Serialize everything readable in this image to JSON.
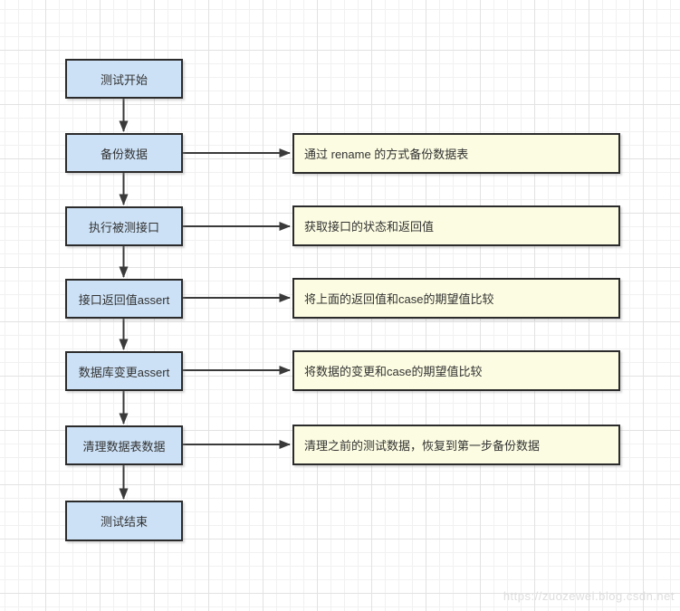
{
  "diagram": {
    "title_semantic": "interface-test-flowchart",
    "nodes": [
      {
        "id": "test-start",
        "label": "测试开始"
      },
      {
        "id": "backup-data",
        "label": "备份数据"
      },
      {
        "id": "execute-interface",
        "label": "执行被测接口"
      },
      {
        "id": "interface-return-assert",
        "label": "接口返回值assert"
      },
      {
        "id": "db-change-assert",
        "label": "数据库变更assert"
      },
      {
        "id": "clean-table-data",
        "label": "清理数据表数据"
      },
      {
        "id": "test-end",
        "label": "测试结束"
      }
    ],
    "notes": [
      {
        "for": "backup-data",
        "label": "通过 rename 的方式备份数据表"
      },
      {
        "for": "execute-interface",
        "label": "获取接口的状态和返回值"
      },
      {
        "for": "interface-return-assert",
        "label": "将上面的返回值和case的期望值比较"
      },
      {
        "for": "db-change-assert",
        "label": "将数据的变更和case的期望值比较"
      },
      {
        "for": "clean-table-data",
        "label": "清理之前的测试数据，恢复到第一步备份数据"
      }
    ],
    "colors": {
      "node_fill": "#cce1f6",
      "note_fill": "#fcfce2",
      "border": "#2b2b2b",
      "arrow": "#3a3a3a",
      "text": "#333333"
    }
  },
  "watermark": {
    "text": "https://zuozewei.blog.csdn.net"
  }
}
